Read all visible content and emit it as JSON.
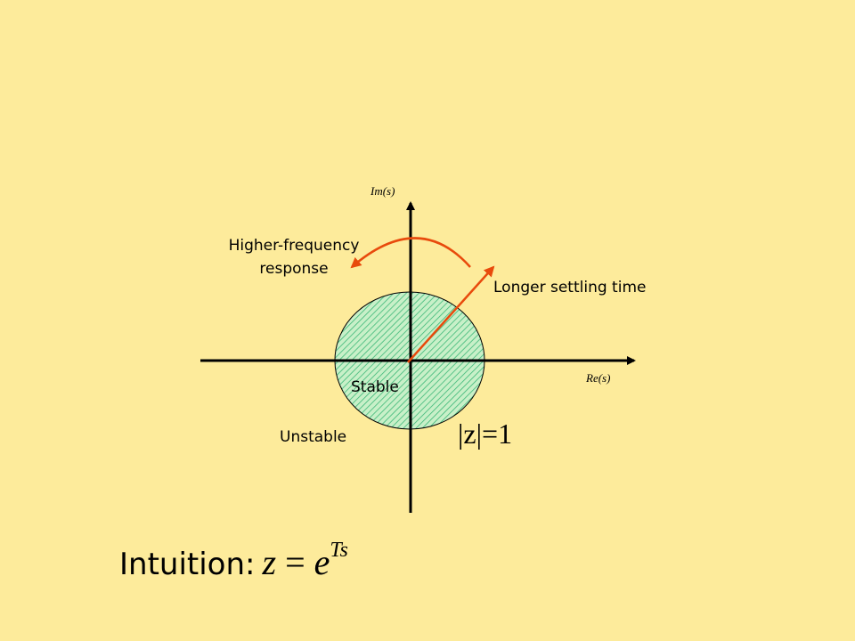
{
  "axes": {
    "x_label": "Re(s)",
    "y_label": "Im(s)"
  },
  "annotations": {
    "higher_frequency": "Higher-frequency response",
    "longer_settling": "Longer settling time",
    "stable": "Stable",
    "unstable": "Unstable",
    "unit_circle": "|z|=1"
  },
  "intuition": {
    "label": "Intuition:",
    "lhs": "z",
    "equals": " = ",
    "base": "e",
    "exponent": "Ts"
  },
  "colors": {
    "background": "#fdeb9b",
    "circle_fill": "#c8f0c8",
    "circle_hatch": "#3cb878",
    "arrow": "#e84a0c",
    "axis": "#000000"
  }
}
